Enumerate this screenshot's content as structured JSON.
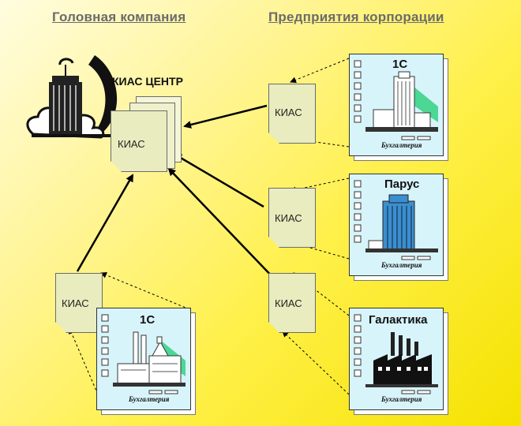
{
  "headings": {
    "left": "Головная компания",
    "right": "Предприятия корпорации"
  },
  "center": {
    "label": "КИАС ЦЕНТР",
    "doc": "КИАС"
  },
  "nodes": [
    {
      "doc": "КИАС",
      "card_title": "1С",
      "card_label": "Бухгалтерия"
    },
    {
      "doc": "КИАС",
      "card_title": "Парус",
      "card_label": "Бухгалтерия"
    },
    {
      "doc": "КИАС",
      "card_title": "Галактика",
      "card_label": "Бухгалтерия"
    },
    {
      "doc": "КИАС",
      "card_title": "1С",
      "card_label": "Бухгалтерия"
    }
  ],
  "colors": {
    "doc_fill": "#e9ecbe",
    "card_fill": "#d8f4fb",
    "building_blue": "#3a8fd0",
    "accent_green": "#29d07a"
  },
  "icons": [
    "head-office-building-icon",
    "office-building-icon",
    "factory-icon",
    "checklist-icon"
  ]
}
